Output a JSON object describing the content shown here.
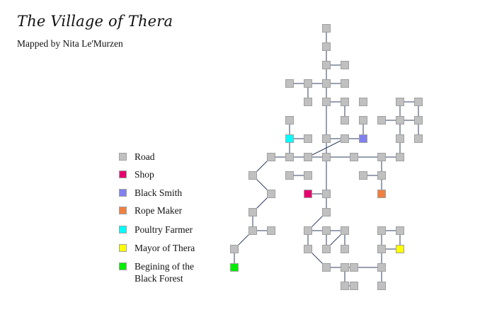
{
  "map": {
    "title": "The Village of Thera",
    "subtitle": "Mapped by Nita Le'Murzen"
  },
  "legend": [
    {
      "key": "road",
      "label": "Road",
      "color": "#c0c0c0"
    },
    {
      "key": "shop",
      "label": "Shop",
      "color": "#e6006e"
    },
    {
      "key": "smith",
      "label": "Black Smith",
      "color": "#8080f0"
    },
    {
      "key": "rope",
      "label": "Rope Maker",
      "color": "#f08040"
    },
    {
      "key": "poultry",
      "label": "Poultry Farmer",
      "color": "#00ffff"
    },
    {
      "key": "mayor",
      "label": "Mayor of Thera",
      "color": "#ffff00"
    },
    {
      "key": "forest",
      "label": "Begining of the\nBlack Forest",
      "color": "#00ee00"
    }
  ],
  "line_color": "#2f3f5f"
}
